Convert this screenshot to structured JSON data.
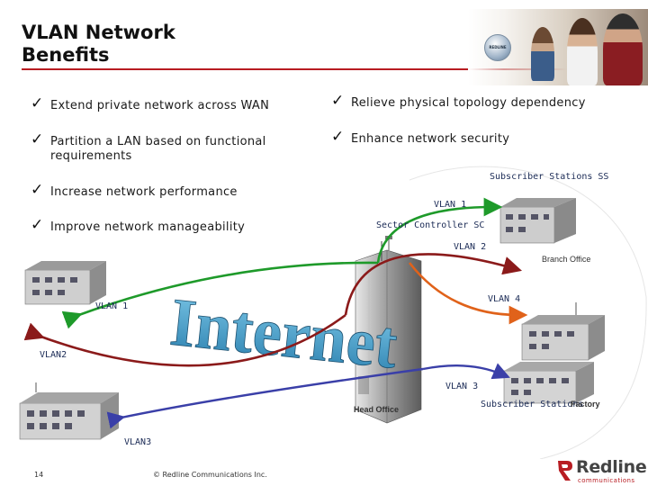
{
  "slide": {
    "title": "VLAN Network Benefits",
    "page_number": "14",
    "copyright": "© Redline Communications Inc."
  },
  "bullets": {
    "left": [
      "Extend private network across WAN",
      "Partition a LAN based on functional requirements",
      "Increase network performance",
      "Improve network manageability"
    ],
    "right": [
      "Relieve physical topology dependency",
      "Enhance network security"
    ]
  },
  "diagram": {
    "internet_label": "Internet",
    "vlan_labels": {
      "vlan1_left": "VLAN 1",
      "vlan2_left": "VLAN2",
      "vlan3_left": "VLAN3",
      "vlan1_right": "VLAN 1",
      "vlan2_right": "VLAN 2",
      "vlan3_right": "VLAN 3",
      "vlan4_right": "VLAN 4"
    },
    "sites": {
      "sector_controller": "Sector Controller SC",
      "subscriber_stations_top": "Subscriber Stations SS",
      "subscriber_stations_bottom": "Subscriber Stations",
      "head_office": "Head Office",
      "branch_office": "Branch Office",
      "factory": "Factory"
    },
    "colors": {
      "vlan1": "#1e9a2a",
      "vlan2": "#8b1a1a",
      "vlan3": "#3a3fa8",
      "vlan4": "#e0621a",
      "internet": "#3a9bc9"
    }
  },
  "brand": {
    "name": "Redline",
    "tagline": "communications",
    "logo_text": "REDLINE"
  },
  "theme": {
    "accent": "#b81c22"
  }
}
